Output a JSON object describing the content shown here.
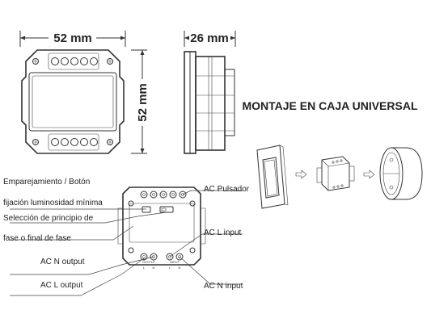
{
  "dimensions": {
    "front_width": "52 mm",
    "side_depth": "26 mm",
    "front_height": "52 mm"
  },
  "mounting_title": "MONTAJE EN CAJA UNIVERSAL",
  "labels": {
    "pairing_line1": "Emparejamiento / Botón",
    "pairing_line2": "fijación luminosidad mínima",
    "phase_line1": "Selección de principio de",
    "phase_line2": "fase o final de fase",
    "ac_n_output": "AC N output",
    "ac_l_output": "AC L output",
    "ac_pushbutton": "AC Pulsador",
    "ac_l_input": "AC L input",
    "ac_n_input": "AC N input"
  },
  "terminal_marks": {
    "bottom_left": "OUTPUT",
    "bottom_right": "INPUT",
    "l_mark": "L",
    "n_mark": "N"
  }
}
